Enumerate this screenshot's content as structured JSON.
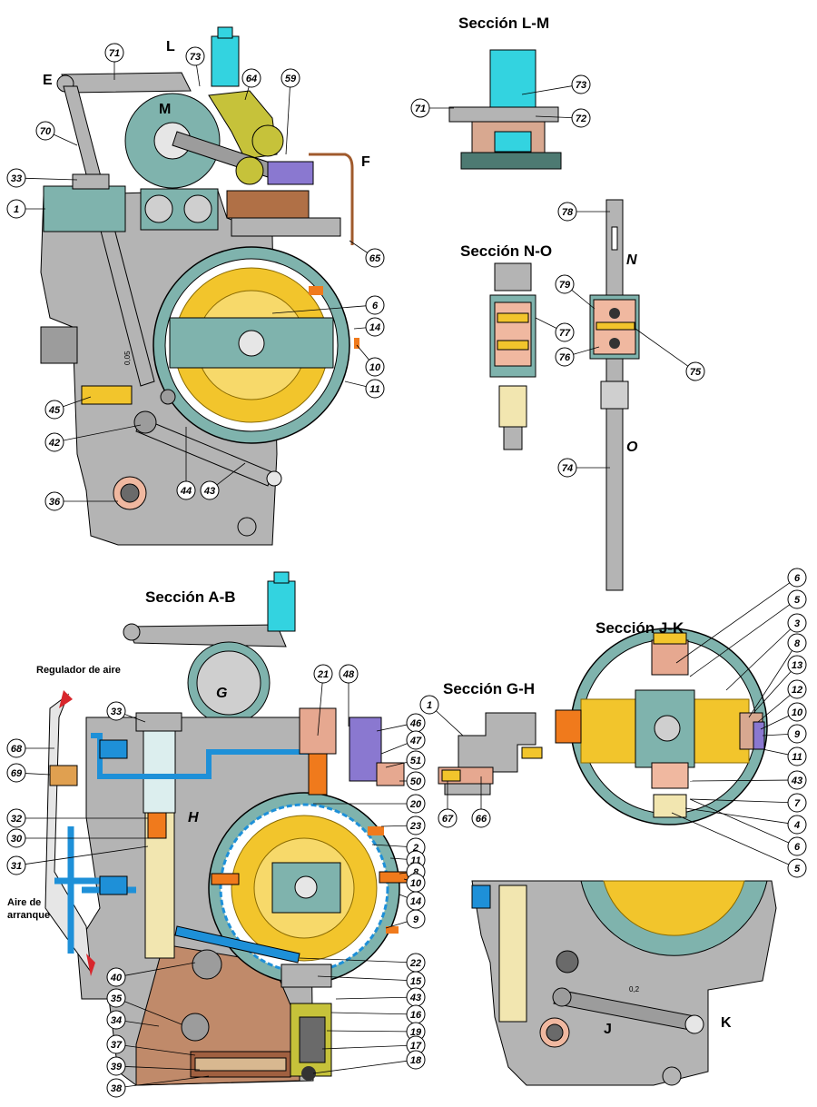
{
  "titles": {
    "sec_lm": "Sección L-M",
    "sec_no": "Sección N-O",
    "sec_ab": "Sección A-B",
    "sec_jk": "Sección J-K",
    "sec_gh": "Sección G-H"
  },
  "labels": {
    "air_regulator": "Regulador de aire",
    "start_air_1": "Aire de",
    "start_air_2": "arranque",
    "dim_005": "0,05",
    "dim_02": "0,2"
  },
  "letters": {
    "E": "E",
    "L": "L",
    "M": "M",
    "F": "F",
    "N": "N",
    "O": "O",
    "G": "G",
    "H": "H",
    "J": "J",
    "K": "K"
  },
  "callouts": {
    "c71a": "71",
    "c73a": "73",
    "c64": "64",
    "c59": "59",
    "c70": "70",
    "c33a": "33",
    "c1a": "1",
    "c65": "65",
    "c6a": "6",
    "c14a": "14",
    "c10a": "10",
    "c11a": "11",
    "c45": "45",
    "c42": "42",
    "c36": "36",
    "c44": "44",
    "c43a": "43",
    "c73b": "73",
    "c71b": "71",
    "c72": "72",
    "c78": "78",
    "c79": "79",
    "c77": "77",
    "c76": "76",
    "c75": "75",
    "c74": "74",
    "c21": "21",
    "c48": "48",
    "c46": "46",
    "c47": "47",
    "c51": "51",
    "c50": "50",
    "c20": "20",
    "c23": "23",
    "c2": "2",
    "c11b": "11",
    "c8a": "8",
    "c10b": "10",
    "c14b": "14",
    "c9a": "9",
    "c22": "22",
    "c15": "15",
    "c43b": "43",
    "c16": "16",
    "c19": "19",
    "c17": "17",
    "c18": "18",
    "c33b": "33",
    "c68": "68",
    "c69": "69",
    "c32": "32",
    "c30": "30",
    "c31": "31",
    "c40": "40",
    "c35": "35",
    "c34": "34",
    "c37": "37",
    "c39": "39",
    "c38": "38",
    "c1b": "1",
    "c67": "67",
    "c66": "66",
    "c6b": "6",
    "c5a": "5",
    "c3": "3",
    "c8b": "8",
    "c13": "13",
    "c12": "12",
    "c10c": "10",
    "c9b": "9",
    "c11c": "11",
    "c43c": "43",
    "c7": "7",
    "c4": "4",
    "c6c": "6",
    "c5b": "5"
  },
  "colors": {
    "steel_grey": "#b4b4b4",
    "housing_teal": "#7fb3ad",
    "gear_yellow": "#f2c52c",
    "fuel_blue": "#1e90d8",
    "cyan_solenoid": "#33d3e0",
    "copper": "#c9977f",
    "olive": "#c6c23a",
    "violet": "#8a78d0",
    "cream": "#f2e6b0",
    "red_diaphragm": "#d8262c",
    "orange": "#f07a1c"
  }
}
